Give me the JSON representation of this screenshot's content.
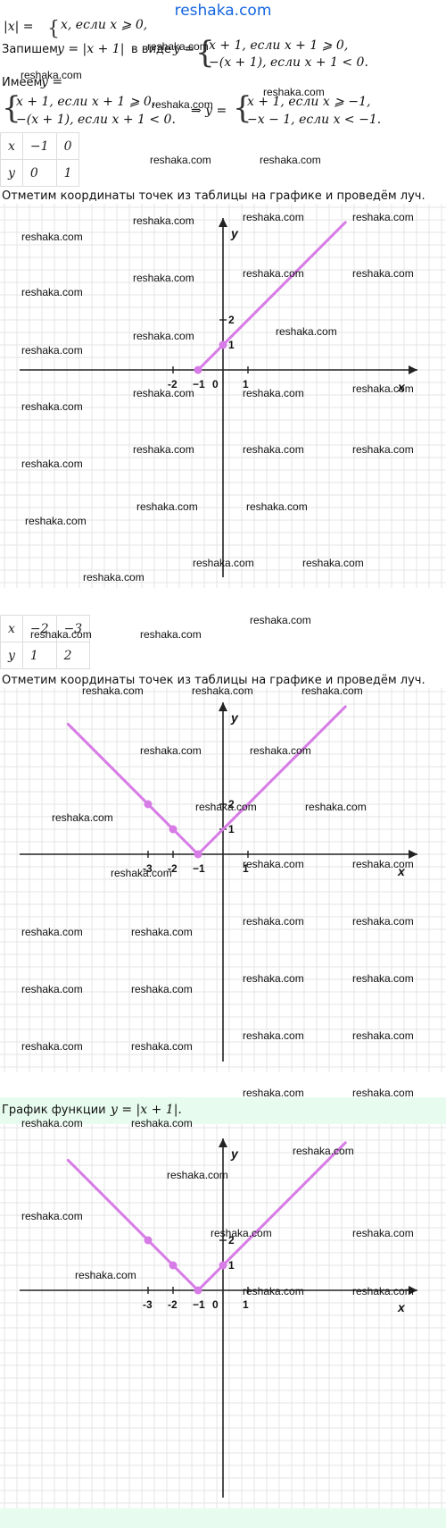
{
  "site": "reshaka.com",
  "watermark": "reshaka.com",
  "lines": {
    "l1_math": "|x| = ",
    "l1_case": "x, если x ⩾ 0,",
    "l2_text1": "Запишем",
    "l2_math1": "y = |x + 1|",
    "l2_text2": "в виде",
    "l2_math2": "y =",
    "l2_case1": "x + 1,  если x + 1 ⩾ 0,",
    "l2_case2": "−(x + 1),  если x + 1 < 0.",
    "l3_text": "Имеем",
    "l3_math": "y =",
    "l4_case1": "x + 1,  если x + 1 ⩾ 0,",
    "l4_case2": "−(x + 1),  если x + 1 < 0.",
    "l4_arrow": "⇒ y =",
    "l4_case3": "x + 1,  если x ⩾ −1,",
    "l4_case4": "−x − 1,  если x < −1."
  },
  "table1": {
    "x_label": "x",
    "y_label": "y",
    "x": [
      "−1",
      "0"
    ],
    "y": [
      "0",
      "1"
    ]
  },
  "table2": {
    "x_label": "x",
    "y_label": "y",
    "x": [
      "−2",
      "−3"
    ],
    "y": [
      "1",
      "2"
    ]
  },
  "caption1": "Отметим координаты точек из таблицы на графике и проведём луч.",
  "caption2": "Отметим координаты точек из таблицы на графике и проведём луч.",
  "caption3_text": "График функции",
  "caption3_math": "y = |x + 1|.",
  "chart_data": [
    {
      "type": "line",
      "xlabel": "x",
      "ylabel": "y",
      "xticks": [
        "-2",
        "−1",
        "0",
        "1"
      ],
      "yticks": [
        "1",
        "2"
      ],
      "series": [
        {
          "x": [
            -1,
            4.9
          ],
          "y": [
            0,
            5.9
          ]
        }
      ],
      "points": [
        {
          "x": -1,
          "y": 0
        },
        {
          "x": 0,
          "y": 1
        }
      ],
      "color": "#d77be6"
    },
    {
      "type": "line",
      "xlabel": "x",
      "ylabel": "y",
      "xticks": [
        "-3",
        "-2",
        "−1",
        "1"
      ],
      "yticks": [
        "1",
        "2"
      ],
      "series": [
        {
          "x": [
            -6.2,
            -1,
            4.9
          ],
          "y": [
            5.2,
            0,
            5.9
          ]
        }
      ],
      "points": [
        {
          "x": -3,
          "y": 2
        },
        {
          "x": -2,
          "y": 1
        },
        {
          "x": -1,
          "y": 0
        }
      ],
      "color": "#d77be6"
    },
    {
      "type": "line",
      "xlabel": "x",
      "ylabel": "y",
      "xticks": [
        "-3",
        "-2",
        "−1",
        "0",
        "1"
      ],
      "yticks": [
        "1",
        "2"
      ],
      "series": [
        {
          "x": [
            -6.2,
            -1,
            4.9
          ],
          "y": [
            5.2,
            0,
            5.9
          ]
        }
      ],
      "points": [
        {
          "x": -3,
          "y": 2
        },
        {
          "x": -2,
          "y": 1
        },
        {
          "x": -1,
          "y": 0
        },
        {
          "x": 0,
          "y": 1
        }
      ],
      "color": "#d77be6"
    }
  ]
}
